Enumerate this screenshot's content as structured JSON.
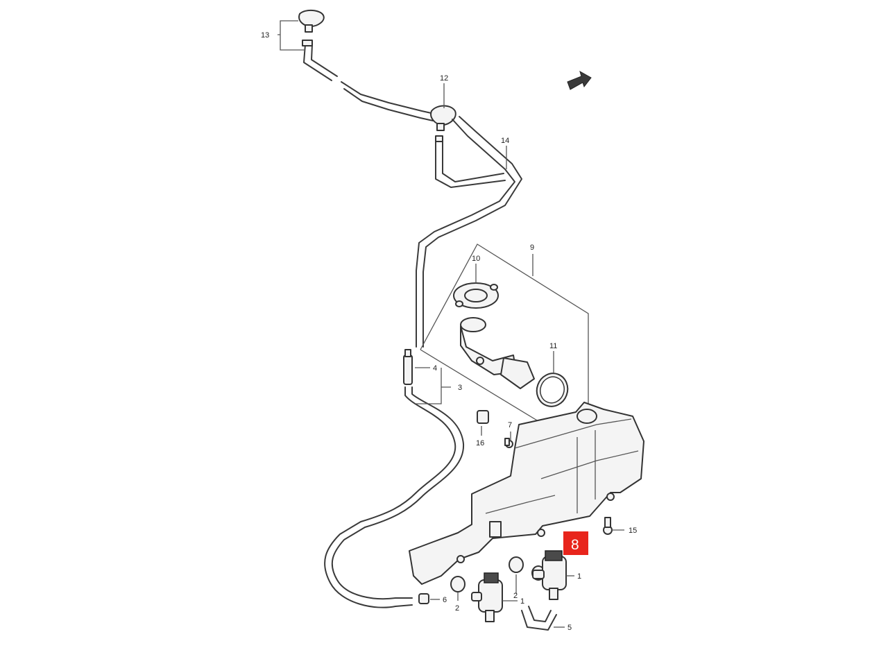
{
  "diagram": {
    "labels": {
      "n1a": "1",
      "n1b": "1",
      "n2a": "2",
      "n2b": "2",
      "n3": "3",
      "n4": "4",
      "n5": "5",
      "n6": "6",
      "n7": "7",
      "n9": "9",
      "n10": "10",
      "n11": "11",
      "n12": "12",
      "n13": "13",
      "n14": "14",
      "n15": "15",
      "n16": "16"
    },
    "highlight": {
      "label": "8",
      "color": "#e8251c"
    },
    "icons": {
      "direction": "front-arrow-icon"
    }
  }
}
